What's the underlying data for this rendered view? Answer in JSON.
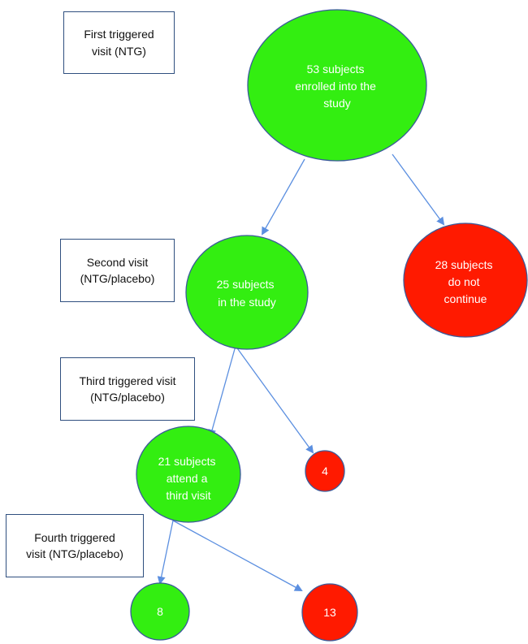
{
  "visits": [
    {
      "label": "First triggered\nvisit (NTG)"
    },
    {
      "label": "Second visit\n(NTG/placebo)"
    },
    {
      "label": "Third triggered visit\n(NTG/placebo)"
    },
    {
      "label": "Fourth triggered\nvisit (NTG/placebo)"
    }
  ],
  "nodes": {
    "enrolled": {
      "lines": [
        "53 subjects",
        "enrolled into the",
        "study"
      ],
      "status": "continue"
    },
    "second": {
      "lines": [
        "25 subjects",
        "in the study"
      ],
      "status": "continue"
    },
    "dropped1": {
      "lines": [
        "28 subjects",
        "do not",
        "continue"
      ],
      "status": "dropout"
    },
    "third": {
      "lines": [
        "21 subjects",
        "attend a",
        "third visit"
      ],
      "status": "continue"
    },
    "dropped2": {
      "lines": [
        "4"
      ],
      "status": "dropout"
    },
    "fourth": {
      "lines": [
        "8"
      ],
      "status": "continue"
    },
    "dropped3": {
      "lines": [
        "13"
      ],
      "status": "dropout"
    }
  },
  "colors": {
    "continue": "#33ee11",
    "dropout": "#ff1a00",
    "border": "#3a5a9a",
    "arrow": "#5b8fe0"
  }
}
